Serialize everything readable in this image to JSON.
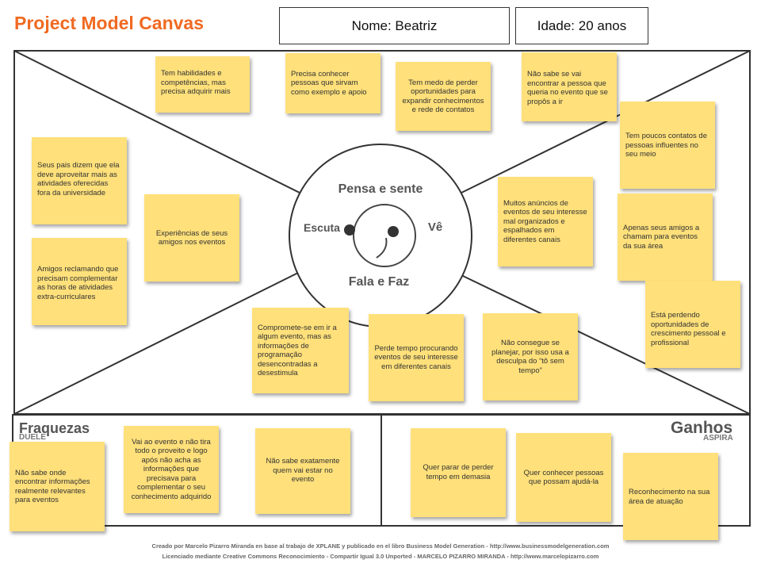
{
  "header": {
    "title": "Project Model Canvas",
    "name": "Nome: Beatriz",
    "age": "Idade: 20 anos"
  },
  "map": {
    "think_feel": "Pensa e sente",
    "hear": "Escuta",
    "see": "Vê",
    "say_do": "Fala e Faz"
  },
  "notes": {
    "top": [
      "Tem habilidades e competências, mas precisa adquirir mais",
      "Precisa conhecer pessoas que sirvam como exemplo e apoio",
      "Tem medo de perder oportunidades para expandir conhecimentos e rede de contatos",
      "Não sabe se vai encontrar a pessoa que queria no evento que se propôs a ir"
    ],
    "left": [
      "Seus pais dizem que ela deve aproveitar mais as atividades oferecidas fora da universidade",
      "Experiências de seus amigos nos eventos",
      "Amigos reclamando que precisam complementar as horas de atividades extra-curriculares"
    ],
    "right": [
      "Tem poucos contatos de pessoas influentes no seu meio",
      "Muitos anúncios de eventos de seu interesse mal organizados e espalhados em diferentes canais",
      "Apenas seus amigos a chamam para eventos da sua área",
      "Está perdendo oportunidades de crescimento pessoal e profissional"
    ],
    "bottom": [
      "Comprome­te-se em  ir a algum evento, mas as informações de programação desencontradas a desestimula",
      "Perde tempo procurando eventos de seu interesse em diferentes canais",
      "Não consegue se planejar, por isso usa a desculpa do “tô sem tempo”"
    ]
  },
  "pains": {
    "title": "Fraquezas",
    "subtitle": "DUELE",
    "notes": [
      "Não sabe onde encontrar informações realmente relevantes para eventos",
      "Vai ao evento e  não tira todo o proveito e logo após não acha as informações que precisava para complementar o seu conhecimento adquirido",
      "Não sabe exatamente quem vai estar no evento"
    ]
  },
  "gains": {
    "title": "Ganhos",
    "subtitle": "ASPIRA",
    "notes": [
      "Quer parar de perder tempo em demasia",
      "Quer conhecer pessoas que possam ajudá-la",
      "Reconhecimento na sua área de atuação"
    ]
  },
  "footer": {
    "line1": "Creado por Marcelo Pizarro Miranda en base al trabajo de XPLANE y publicado en el libro Business Model Generation - http://www.businessmodelgeneration.com",
    "line2": "Licenciado mediante Creative Commons Reconocimiento - Compartir Igual 3.0 Unported - MARCELO PIZARRO MIRANDA - http://www.marcelopizarro.com"
  }
}
